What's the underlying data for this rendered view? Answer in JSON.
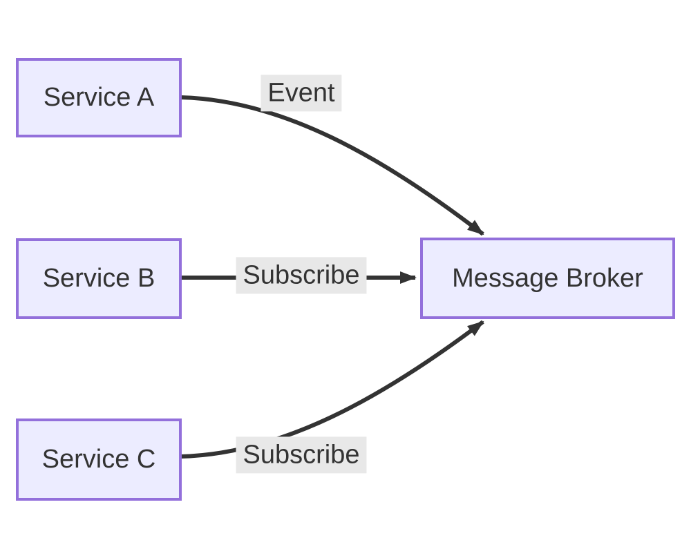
{
  "diagram": {
    "type": "flowchart",
    "background_color": "#ffffff",
    "node_fill_color": "#ececff",
    "node_border_color": "#9370db",
    "text_color": "#333333",
    "edge_color": "#333333",
    "edge_label_bg_color": "#e8e8e8",
    "nodes": [
      {
        "id": "service-a",
        "label": "Service A"
      },
      {
        "id": "service-b",
        "label": "Service B"
      },
      {
        "id": "service-c",
        "label": "Service C"
      },
      {
        "id": "message-broker",
        "label": "Message Broker"
      }
    ],
    "edges": [
      {
        "from": "Service A",
        "to": "Message Broker",
        "label": "Event"
      },
      {
        "from": "Service B",
        "to": "Message Broker",
        "label": "Subscribe"
      },
      {
        "from": "Service C",
        "to": "Message Broker",
        "label": "Subscribe"
      }
    ]
  }
}
